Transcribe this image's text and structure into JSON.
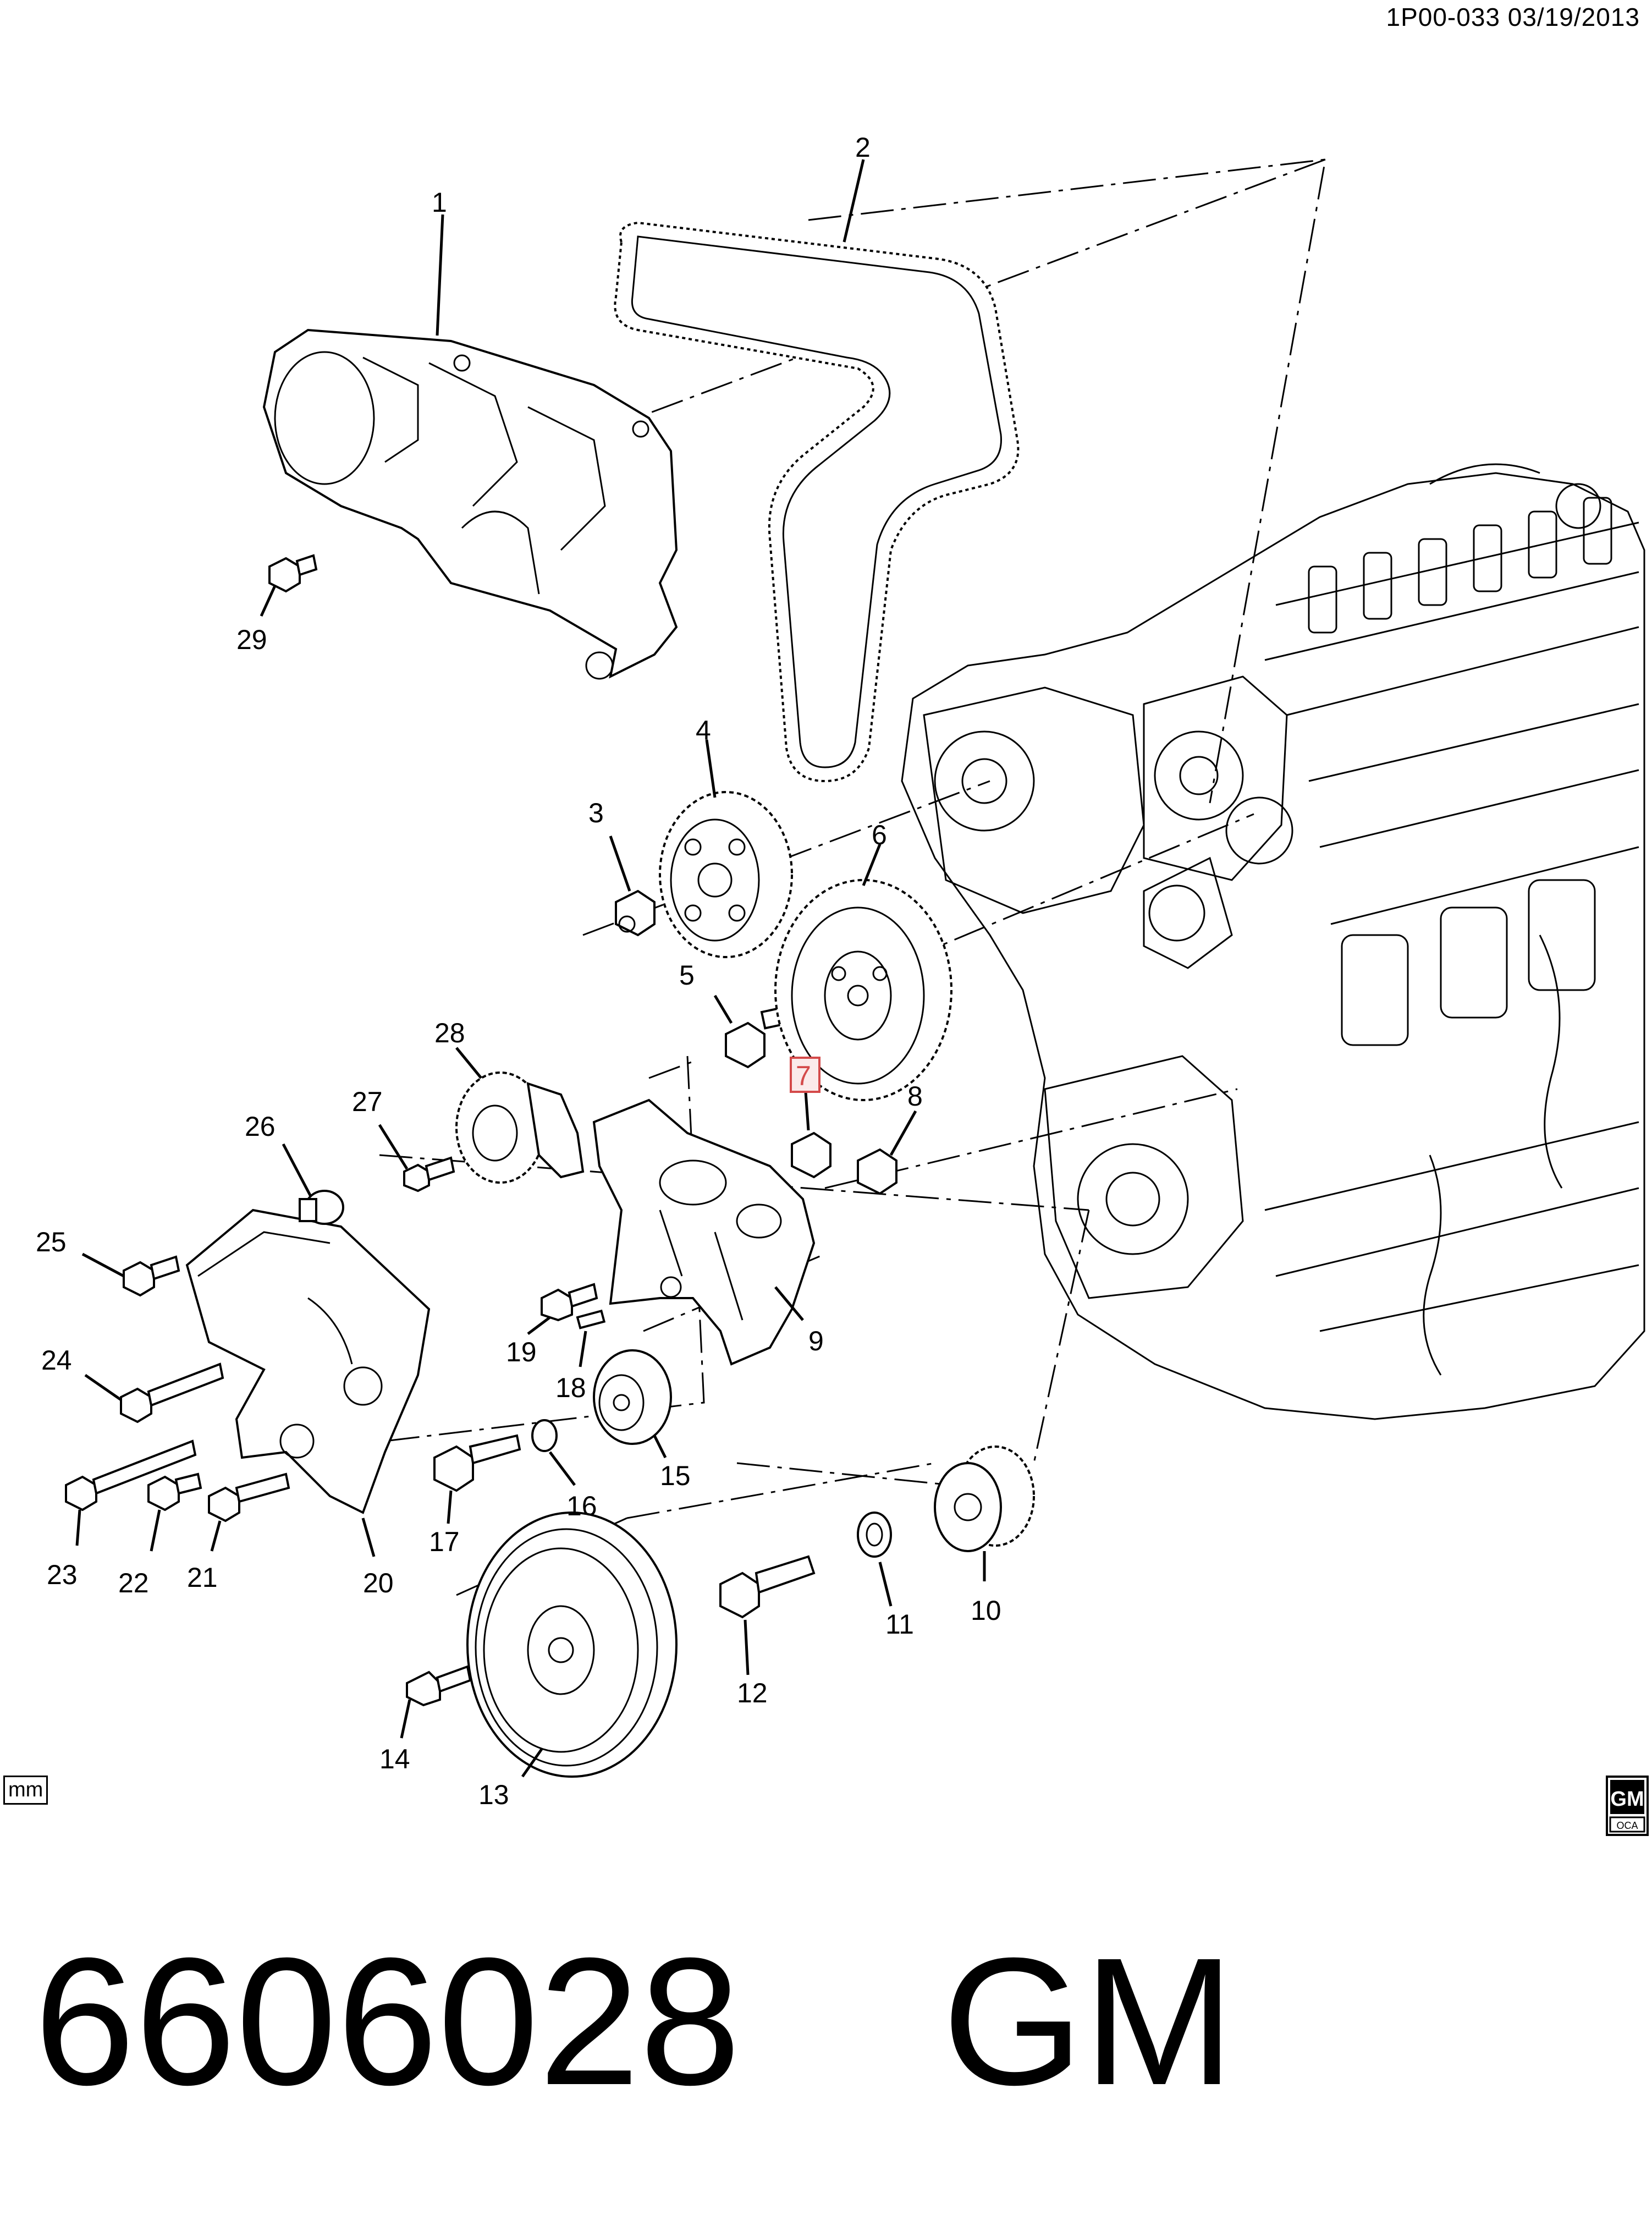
{
  "header": {
    "doc_id": "1P00-033  03/19/2013"
  },
  "callouts": [
    "1",
    "2",
    "3",
    "4",
    "5",
    "6",
    "7",
    "8",
    "9",
    "10",
    "11",
    "12",
    "13",
    "14",
    "15",
    "16",
    "17",
    "18",
    "19",
    "20",
    "21",
    "22",
    "23",
    "24",
    "25",
    "26",
    "27",
    "28",
    "29"
  ],
  "highlighted_callout": "7",
  "highlight_color": "#d44a4a",
  "unit_label": "mm",
  "logo": {
    "top": "GM",
    "bottom": "OCA"
  },
  "part_number": "6606028    GM"
}
